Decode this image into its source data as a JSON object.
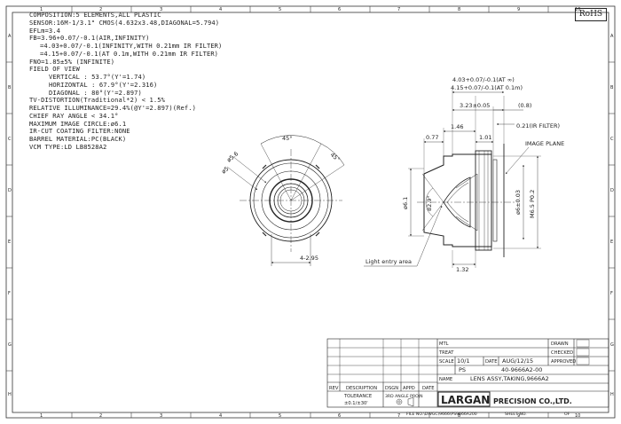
{
  "rohs_label": "RoHS",
  "spec_lines": [
    "COMPOSITION:5 ELEMENTS,ALL PLASTIC",
    "SENSOR:16M-1/3.1\" CMOS(4.632x3.48,DIAGONAL=5.794)",
    "EFLm=3.4",
    "FB=3.96+0.07/-0.1(AIR,INFINITY)",
    "=4.03+0.07/-0.1(INFINITY,WITH 0.21mm IR FILTER)",
    "=4.15+0.07/-0.1(AT 0.1m,WITH 0.21mm IR FILTER)",
    "FNO=1.85±5% (INFINITE)",
    "FIELD OF VIEW",
    "VERTICAL : 53.7°(Y'=1.74)",
    "HORIZONTAL : 67.9°(Y'=2.316)",
    "DIAGONAL : 80°(Y'=2.897)",
    "TV-DISTORTION(Traditional*2) < 1.5%",
    "RELATIVE ILLUMINANCE=29.4%(@Y'=2.897)(Ref.)",
    "CHIEF RAY ANGLE < 34.1°",
    "MAXIMUM IMAGE CIRCLE:ø6.1",
    "IR-CUT COATING FILTER:NONE",
    "BARREL MATERIAL:PC(BLACK)",
    "VCM TYPE:LD LB8528A2"
  ],
  "front_view": {
    "angle_top": "45°",
    "angle_right": "45°",
    "dia_outer": "ø5.6",
    "dia_inner": "ø5",
    "bottom_dim": "4-2.95"
  },
  "side_view": {
    "fb_infinity": "4.03+0.07/-0.1(AT ∞)",
    "fb_01m": "4.15+0.07/-0.1(AT 0.1m)",
    "dim_323": "3.23±0.05",
    "dim_08": "(0.8)",
    "dim_021": "0.21(IR FILTER)",
    "dim_077": "0.77",
    "dim_146": "1.46",
    "dim_101": "1.01",
    "image_plane": "IMAGE PLANE",
    "dia_61": "ø6.1",
    "angle_829": "82.9°",
    "dia_6": "ø6±0.03",
    "thread": "M6.5 P0.2",
    "dim_132": "1.32",
    "light_entry": "Light entry area"
  },
  "border_numbers": [
    "1",
    "2",
    "3",
    "4",
    "5",
    "6",
    "7",
    "8",
    "9",
    "10"
  ],
  "border_letters": [
    "A",
    "B",
    "C",
    "D",
    "E",
    "F",
    "G",
    "H"
  ],
  "title_block": {
    "mtl": "MTL",
    "treat": "TREAT",
    "scale_label": "SCALE",
    "scale_value": "10/1",
    "date_label": "DATE",
    "date_value": "AUG/12/15",
    "ps": "PS",
    "part_number": "40-9666A2-00",
    "name_label": "NAME",
    "name_value": "LENS ASSY,TAKING,9666A2",
    "drawn": "DRAWN",
    "checked": "CHECKED",
    "approved": "APPROVED",
    "rev": "REV",
    "description": "DESCRIPTION",
    "dsgn": "DSGN",
    "appd": "APPD",
    "date_col": "DATE",
    "tolerance_label": "TOLERANCE",
    "tolerance_value": "±0.1/±30'",
    "projection": "3RD ANGLE PROJN",
    "company": "LARGAN",
    "company_tail": "PRECISION CO.,LTD.",
    "file_no": "FILE NO.\\DWGC\\9666\\PS9666A200",
    "sheet_no": "SHEET NO.",
    "of": "OF"
  }
}
